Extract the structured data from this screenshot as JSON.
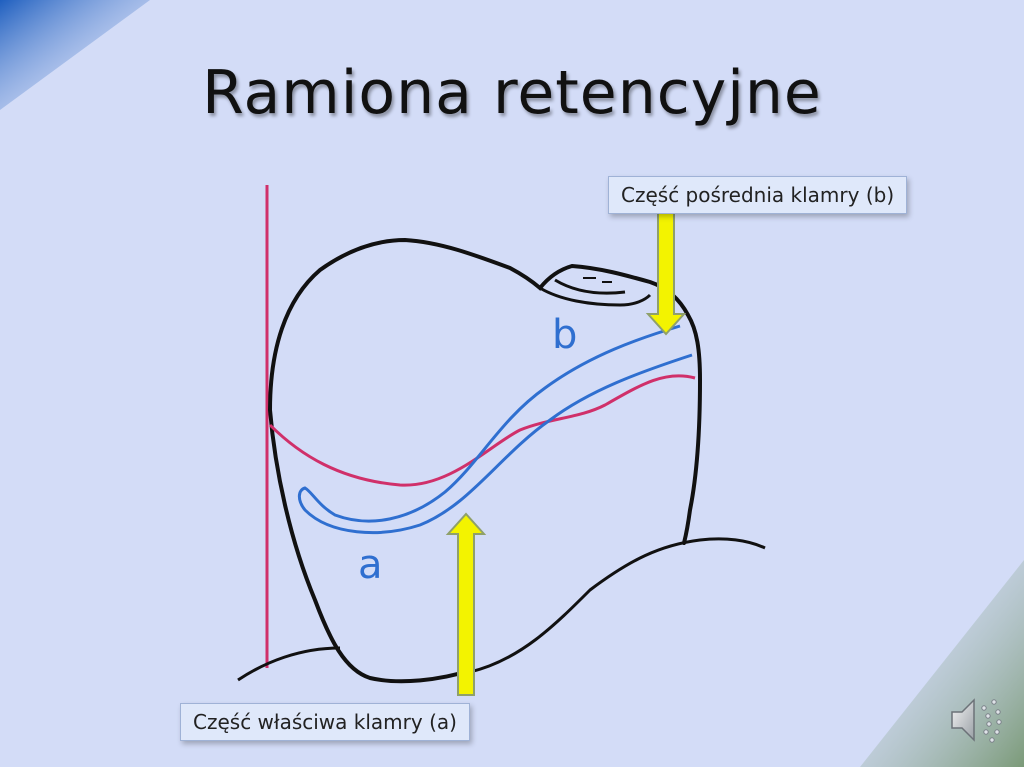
{
  "slide": {
    "title": "Ramiona retencyjne"
  },
  "callouts": {
    "intermediate": "Część pośrednia klamry (b)",
    "retentive": "Część właściwa klamry (a)"
  },
  "diagram": {
    "label_b": "b",
    "label_a": "a"
  },
  "colors": {
    "background": "#d3dcf7",
    "outline": "#111111",
    "survey_line": "#d0306a",
    "clasp": "#2f6fd0",
    "arrow_fill": "#f3f300",
    "arrow_stroke": "#8fa06a"
  },
  "icons": {
    "audio": "speaker-icon"
  }
}
